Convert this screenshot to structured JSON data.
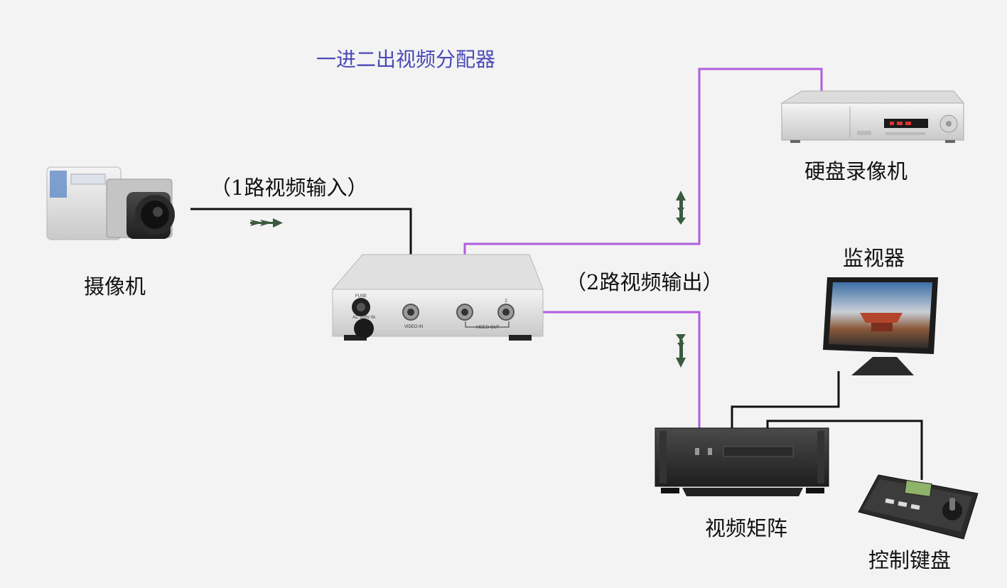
{
  "diagram": {
    "title": "一进二出视频分配器",
    "labels": {
      "camera": "摄像机",
      "input": "（1路视频输入）",
      "output": "（2路视频输出）",
      "dvr": "硬盘录像机",
      "monitor": "监视器",
      "matrix": "视频矩阵",
      "keyboard": "控制键盘"
    },
    "device_text": {
      "fuse": "FUSE",
      "power": "AC 220V IN",
      "video_in": "VIDEO IN",
      "video_out": "VIDEO OUT",
      "out_2": "2"
    },
    "colors": {
      "input_cable": "#111111",
      "output_cable": "#b05ce0",
      "control_cable": "#111111",
      "arrow": "#3b5a3e",
      "title": "#4b49b8"
    }
  }
}
